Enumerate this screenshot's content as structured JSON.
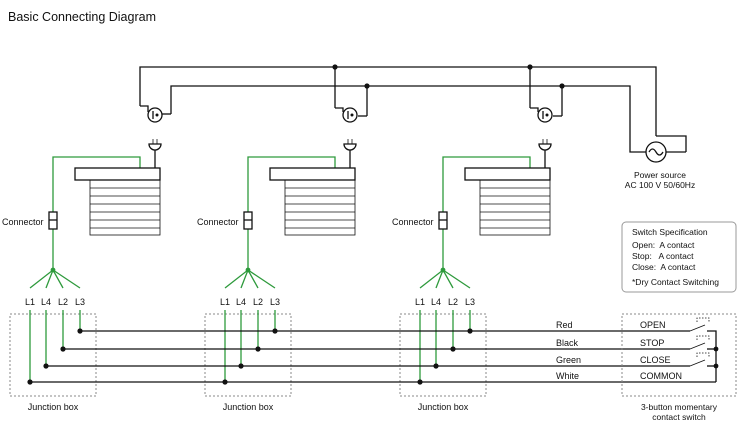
{
  "title": "Basic Connecting Diagram",
  "power": {
    "label": "Power source",
    "spec": "AC 100 V 50/60Hz"
  },
  "connector_label": "Connector",
  "terminals": [
    "L1",
    "L4",
    "L2",
    "L3"
  ],
  "junction_box_label": "Junction box",
  "wires": [
    {
      "color_name": "Red",
      "function": "OPEN"
    },
    {
      "color_name": "Black",
      "function": "STOP"
    },
    {
      "color_name": "Green",
      "function": "CLOSE"
    },
    {
      "color_name": "White",
      "function": "COMMON"
    }
  ],
  "switch_spec": {
    "title": "Switch Specification",
    "lines": [
      "Open:  A contact",
      "Stop:   A contact",
      "Close:  A contact"
    ],
    "note": "*Dry Contact Switching"
  },
  "switch_label": [
    "3-button momentary",
    "contact switch"
  ],
  "colors": {
    "wire": "#111111",
    "cable": "#2e9a3c",
    "box": "#888888"
  }
}
